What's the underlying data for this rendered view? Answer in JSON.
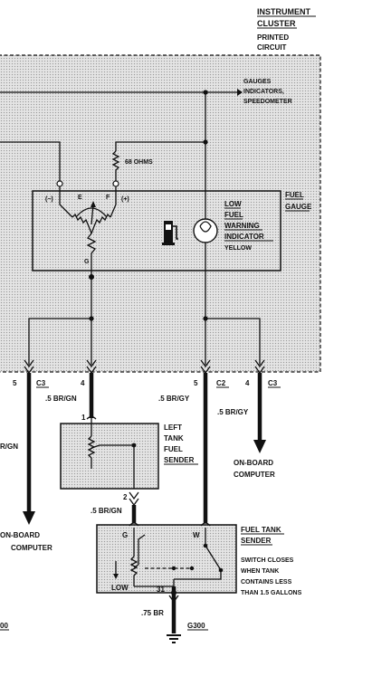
{
  "cluster": {
    "title_line1": "INSTRUMENT",
    "title_line2": "CLUSTER",
    "sub_line1": "PRINTED",
    "sub_line2": "CIRCUIT"
  },
  "gauges_note": {
    "line1": "GAUGES",
    "line2": "INDICATORS,",
    "line3": "SPEEDOMETER"
  },
  "resistor_label": "68 OHMS",
  "fuel_gauge": {
    "label_line1": "FUEL",
    "label_line2": "GAUGE",
    "term_minus": "(−)",
    "term_E": "E",
    "term_F": "F",
    "term_plus": "(+)",
    "term_G": "G"
  },
  "warning_indicator": {
    "line1": "LOW",
    "line2": "FUEL",
    "line3": "WARNING",
    "line4": "INDICATOR",
    "color": "YELLOW"
  },
  "connectors": {
    "left_pin": "5",
    "left_name": "C3",
    "mid_pin": "4",
    "c2_pin": "5",
    "c2_name": "C2",
    "right_pin": "4",
    "right_name": "C3"
  },
  "wires": {
    "br_gn_top": ".5 BR/GN",
    "br_gy_top": ".5 BR/GY",
    "br_gy_right": ".5 BR/GY",
    "left_partial": "R/GN",
    "br_gn_mid": ".5 BR/GN",
    "br_ground": ".75 BR"
  },
  "left_sender": {
    "line1": "LEFT",
    "line2": "TANK",
    "line3": "FUEL",
    "line4": "SENDER",
    "pin_top": "1",
    "pin_bottom": "2"
  },
  "fuel_tank_sender": {
    "line1": "FUEL TANK",
    "line2": "SENDER",
    "term_G": "G",
    "term_W": "W",
    "low": "LOW",
    "pin": "31",
    "note1": "SWITCH CLOSES",
    "note2": "WHEN TANK",
    "note3": "CONTAINS LESS",
    "note4": "THAN 1.5 GALLONS"
  },
  "onboard_left": {
    "line1": "ON-BOARD",
    "line2": "COMPUTER"
  },
  "onboard_right": {
    "line1": "ON-BOARD",
    "line2": "COMPUTER"
  },
  "ground": {
    "label": "G300",
    "left_partial": "00"
  }
}
